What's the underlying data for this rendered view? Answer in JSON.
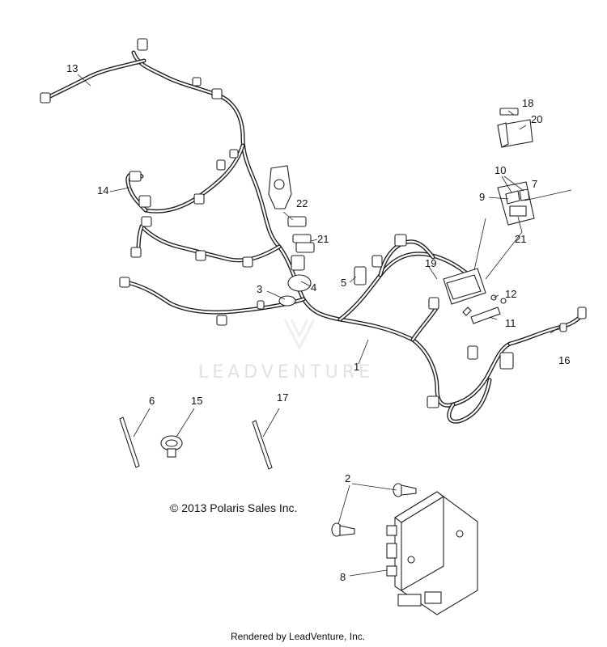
{
  "callouts": [
    "1",
    "2",
    "3",
    "4",
    "5",
    "6",
    "7",
    "8",
    "9",
    "10",
    "11",
    "12",
    "13",
    "14",
    "15",
    "16",
    "17",
    "18",
    "19",
    "20",
    "21",
    "22",
    "21"
  ],
  "copyright": "© 2013 Polaris Sales Inc.",
  "rendered_by": "Rendered by LeadVenture, Inc.",
  "watermark": "LEADVENTURE"
}
